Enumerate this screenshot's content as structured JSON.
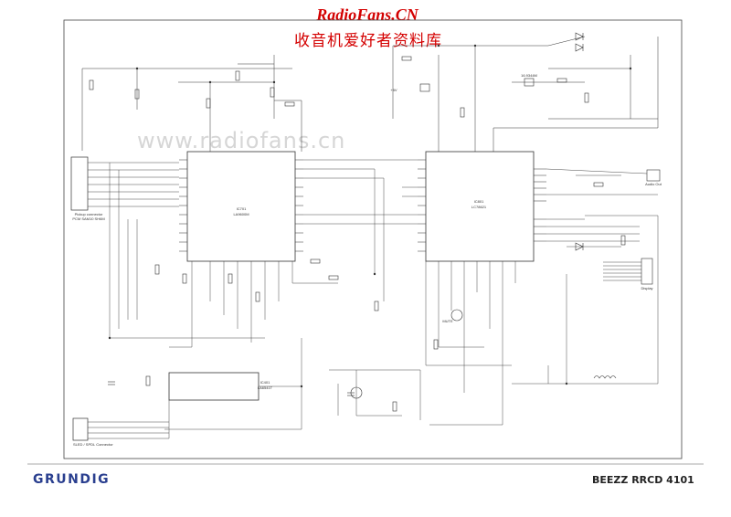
{
  "header": {
    "site_title": "RadioFans.CN",
    "site_subtitle": "收音机爱好者资料库"
  },
  "watermark": "www.radiofans.cn",
  "footer": {
    "brand": "GRUNDIG",
    "model": "BEEZZ RRCD 4101"
  },
  "ics": {
    "ic1": {
      "ref": "IC701",
      "part": "LA9600M"
    },
    "ic2": {
      "ref": "IC801",
      "part": "LC78621"
    },
    "ic3": {
      "ref": "IC401",
      "part": "LA6541T"
    }
  },
  "labels": {
    "pickup_connector": "Pickup connector",
    "pickup_part": "PCM SAM10 SH6M",
    "motor_connector": "SLED / SPDL Connector",
    "output_label": "Audio Out",
    "display": "Display",
    "crystal": "16.9344M",
    "power": "+5V",
    "mute": "MUTE"
  },
  "colors": {
    "wire": "#333333",
    "grid": "#444444",
    "header_red": "#d40000",
    "brand_blue": "#2a3f8f"
  }
}
